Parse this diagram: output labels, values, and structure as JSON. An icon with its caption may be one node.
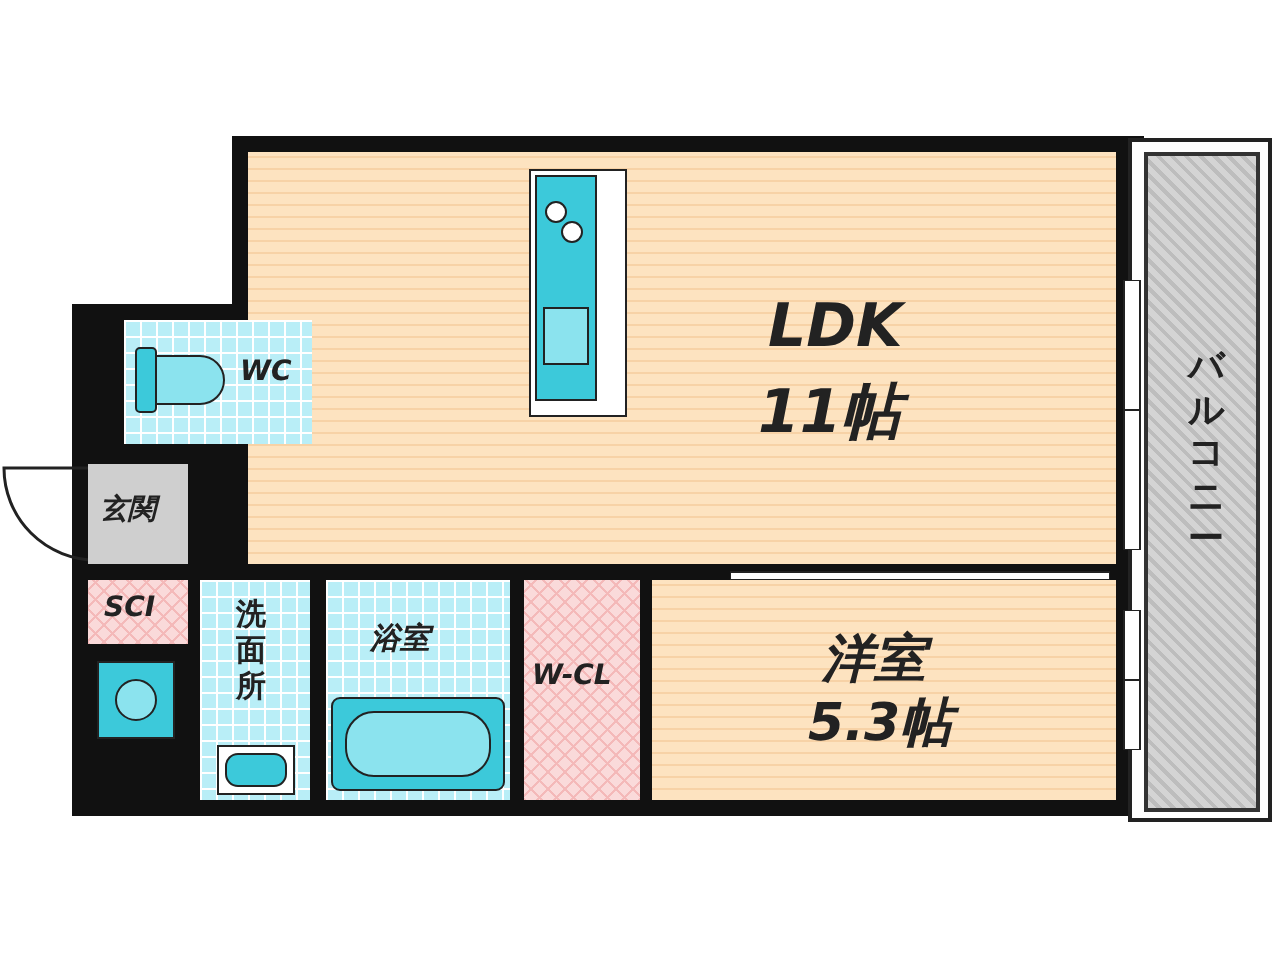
{
  "diagram": {
    "nodes": [
      {
        "text": [
          "LDK",
          "11帖"
        ]
      },
      {
        "text": [
          "WC"
        ]
      },
      {
        "text": [
          "玄関"
        ]
      },
      {
        "text": [
          "SCI"
        ]
      },
      {
        "text": [
          "洗面所"
        ]
      },
      {
        "text": [
          "浴室"
        ]
      },
      {
        "text": [
          "W-CL"
        ]
      },
      {
        "text": [
          "洋室",
          "5.3帖"
        ]
      },
      {
        "text": [
          "バルコニー"
        ]
      }
    ]
  }
}
